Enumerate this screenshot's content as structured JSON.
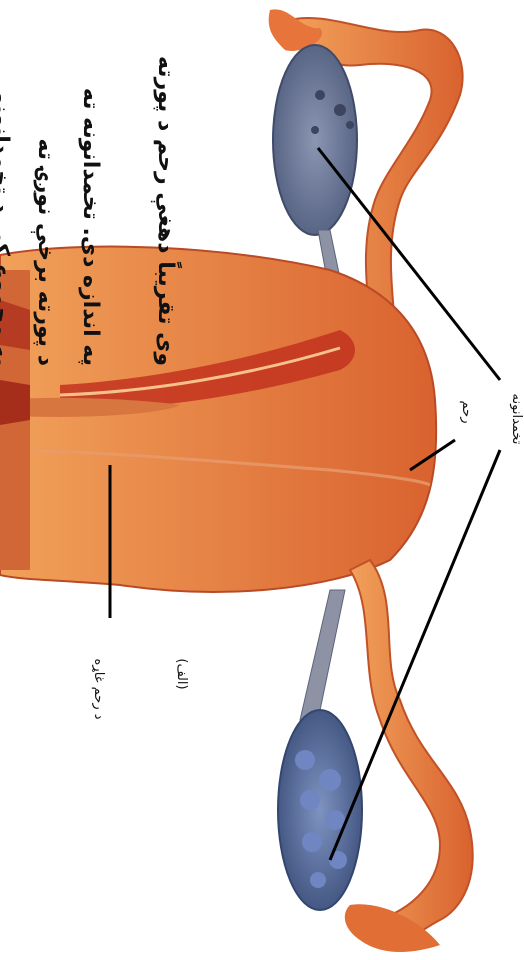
{
  "paragraph": {
    "lines": [
      "وی تقریباً دهغې رحم د پورته",
      "په اندازه دی. تخمدانونه ته",
      "د پورته برخې نوږۍ ته",
      "په مجموع کې د تخمدانونو"
    ]
  },
  "labels": {
    "ovary": "تخمدانونه",
    "uterus": "رحم",
    "uterine_wall": "د رحم غاړه",
    "figure_tag": "(الف)"
  },
  "colors": {
    "tissue": "#e8813d",
    "tissue_dark": "#c9532c",
    "ovary": "#7b86a0",
    "ovary_dark": "#4d5a7a",
    "line": "#000000"
  }
}
